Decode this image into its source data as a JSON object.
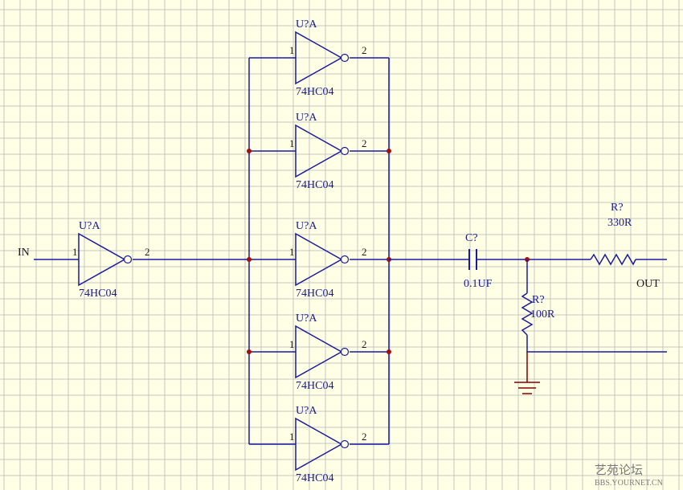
{
  "colors": {
    "background": "#FFFFE6",
    "grid": "#C4C4C4",
    "wire": "#1A1AA0",
    "component": "#1A1AA0",
    "ground": "#800000",
    "junction": "#A01010",
    "label": "#1A1A8C",
    "pin_text": "#1A1A1A"
  },
  "input_label": "IN",
  "output_label": "OUT",
  "input_inverter": {
    "ref": "U?A",
    "part": "74HC04",
    "pin_in": "1",
    "pin_out": "2"
  },
  "parallel_inverters": [
    {
      "ref": "U?A",
      "part": "74HC04",
      "pin_in": "1",
      "pin_out": "2"
    },
    {
      "ref": "U?A",
      "part": "74HC04",
      "pin_in": "1",
      "pin_out": "2"
    },
    {
      "ref": "U?A",
      "part": "74HC04",
      "pin_in": "1",
      "pin_out": "2"
    },
    {
      "ref": "U?A",
      "part": "74HC04",
      "pin_in": "1",
      "pin_out": "2"
    },
    {
      "ref": "U?A",
      "part": "74HC04",
      "pin_in": "1",
      "pin_out": "2"
    }
  ],
  "capacitor": {
    "ref": "C?",
    "value": "0.1UF"
  },
  "series_resistor": {
    "ref": "R?",
    "value": "330R"
  },
  "shunt_resistor": {
    "ref": "R?",
    "value": "100R"
  },
  "watermark": {
    "line1": "艺苑论坛",
    "line2": "BBS.YOURNET.CN"
  }
}
